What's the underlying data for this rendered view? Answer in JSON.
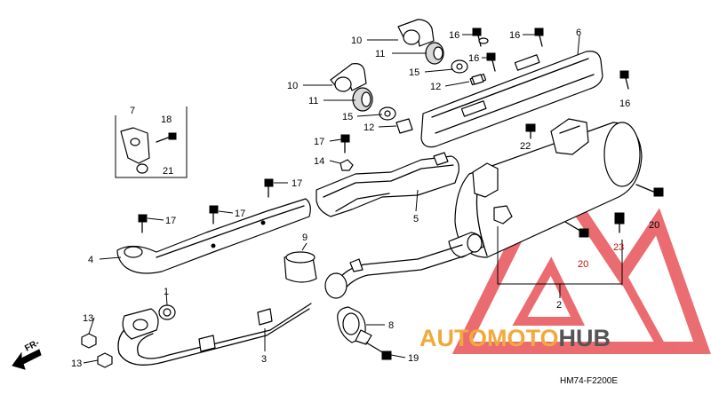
{
  "diagram_code": "HM74-F2200E",
  "direction_label": "FR-",
  "watermark": {
    "part1": "AUTO",
    "part2": "MOTO",
    "part3": "HUB",
    "color_orange": "#f2a93b",
    "color_dark": "#555555",
    "color_red": "#e5484d"
  },
  "callouts": {
    "c1": "1",
    "c2": "2",
    "c3": "3",
    "c4": "4",
    "c5": "5",
    "c6": "6",
    "c7": "7",
    "c8": "8",
    "c9": "9",
    "c10a": "10",
    "c10b": "10",
    "c11a": "11",
    "c11b": "11",
    "c12a": "12",
    "c12b": "12",
    "c13a": "13",
    "c13b": "13",
    "c14": "14",
    "c15a": "15",
    "c15b": "15",
    "c16a": "16",
    "c16b": "16",
    "c16c": "16",
    "c16d": "16",
    "c17a": "17",
    "c17b": "17",
    "c17c": "17",
    "c17d": "17",
    "c18": "18",
    "c19": "19",
    "c20a": "20",
    "c20b": "20",
    "c21": "21",
    "c22": "22",
    "c23": "23"
  }
}
